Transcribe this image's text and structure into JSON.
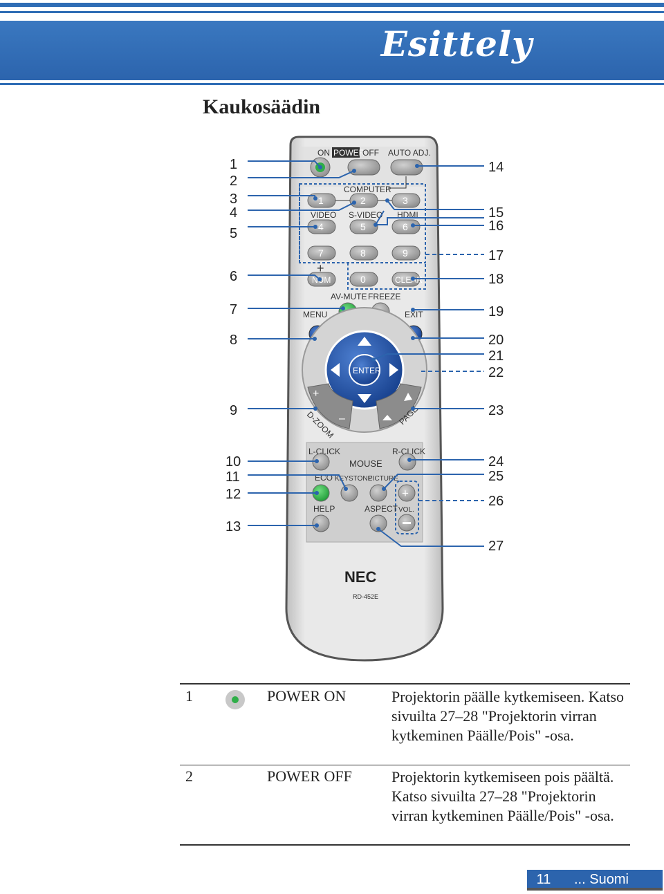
{
  "header": {
    "title": "Esittely"
  },
  "section": {
    "title": "Kaukosäädin"
  },
  "remote": {
    "labels": {
      "on": "ON",
      "power": "POWER",
      "off": "OFF",
      "auto_adj": "AUTO ADJ.",
      "computer": "COMPUTER",
      "video": "VIDEO",
      "s_video": "S-VIDEO",
      "hdmi": "HDMI",
      "k1": "1",
      "k2": "2",
      "k3": "3",
      "k4": "4",
      "k5": "5",
      "k6": "6",
      "k7": "7",
      "k8": "8",
      "k9": "9",
      "k0": "0",
      "plus": "+",
      "num": "NUM",
      "clear": "CLEAR",
      "av_mute": "AV-MUTE",
      "freeze": "FREEZE",
      "menu": "MENU",
      "exit": "EXIT",
      "enter": "ENTER",
      "dzoom": "D-ZOOM",
      "page": "PAGE",
      "l_click": "L-CLICK",
      "r_click": "R-CLICK",
      "mouse": "MOUSE",
      "eco": "ECO",
      "keystone": "KEYSTONE",
      "picture": "PICTURE",
      "help": "HELP",
      "aspect": "ASPECT",
      "vol": "VOL.",
      "brand": "NEC",
      "model": "RD-452E"
    },
    "callouts_left": [
      "1",
      "2",
      "3",
      "4",
      "5",
      "6",
      "7",
      "8",
      "9",
      "10",
      "11",
      "12",
      "13"
    ],
    "callouts_right": [
      "14",
      "15",
      "16",
      "17",
      "18",
      "19",
      "20",
      "21",
      "22",
      "23",
      "24",
      "25",
      "26",
      "27"
    ],
    "colors": {
      "green": "#2fae48",
      "blue": "#1f4ea3",
      "gray": "#9a9a9a",
      "leader": "#2c64ad"
    }
  },
  "table": {
    "rows": [
      {
        "num": "1",
        "name": "POWER ON",
        "desc": "Projektorin päälle kytkemiseen. Katso sivuilta 27–28 \"Projektorin virran kytkeminen Päälle/Pois\" -osa.",
        "icon": "power-on-button-icon"
      },
      {
        "num": "2",
        "name": "POWER OFF",
        "desc": "Projektorin kytkemiseen pois päältä. Katso sivuilta 27–28 \"Projektorin virran kytkeminen Päälle/Pois\" -osa."
      }
    ]
  },
  "footer": {
    "page": "11",
    "lang": "... Suomi"
  }
}
